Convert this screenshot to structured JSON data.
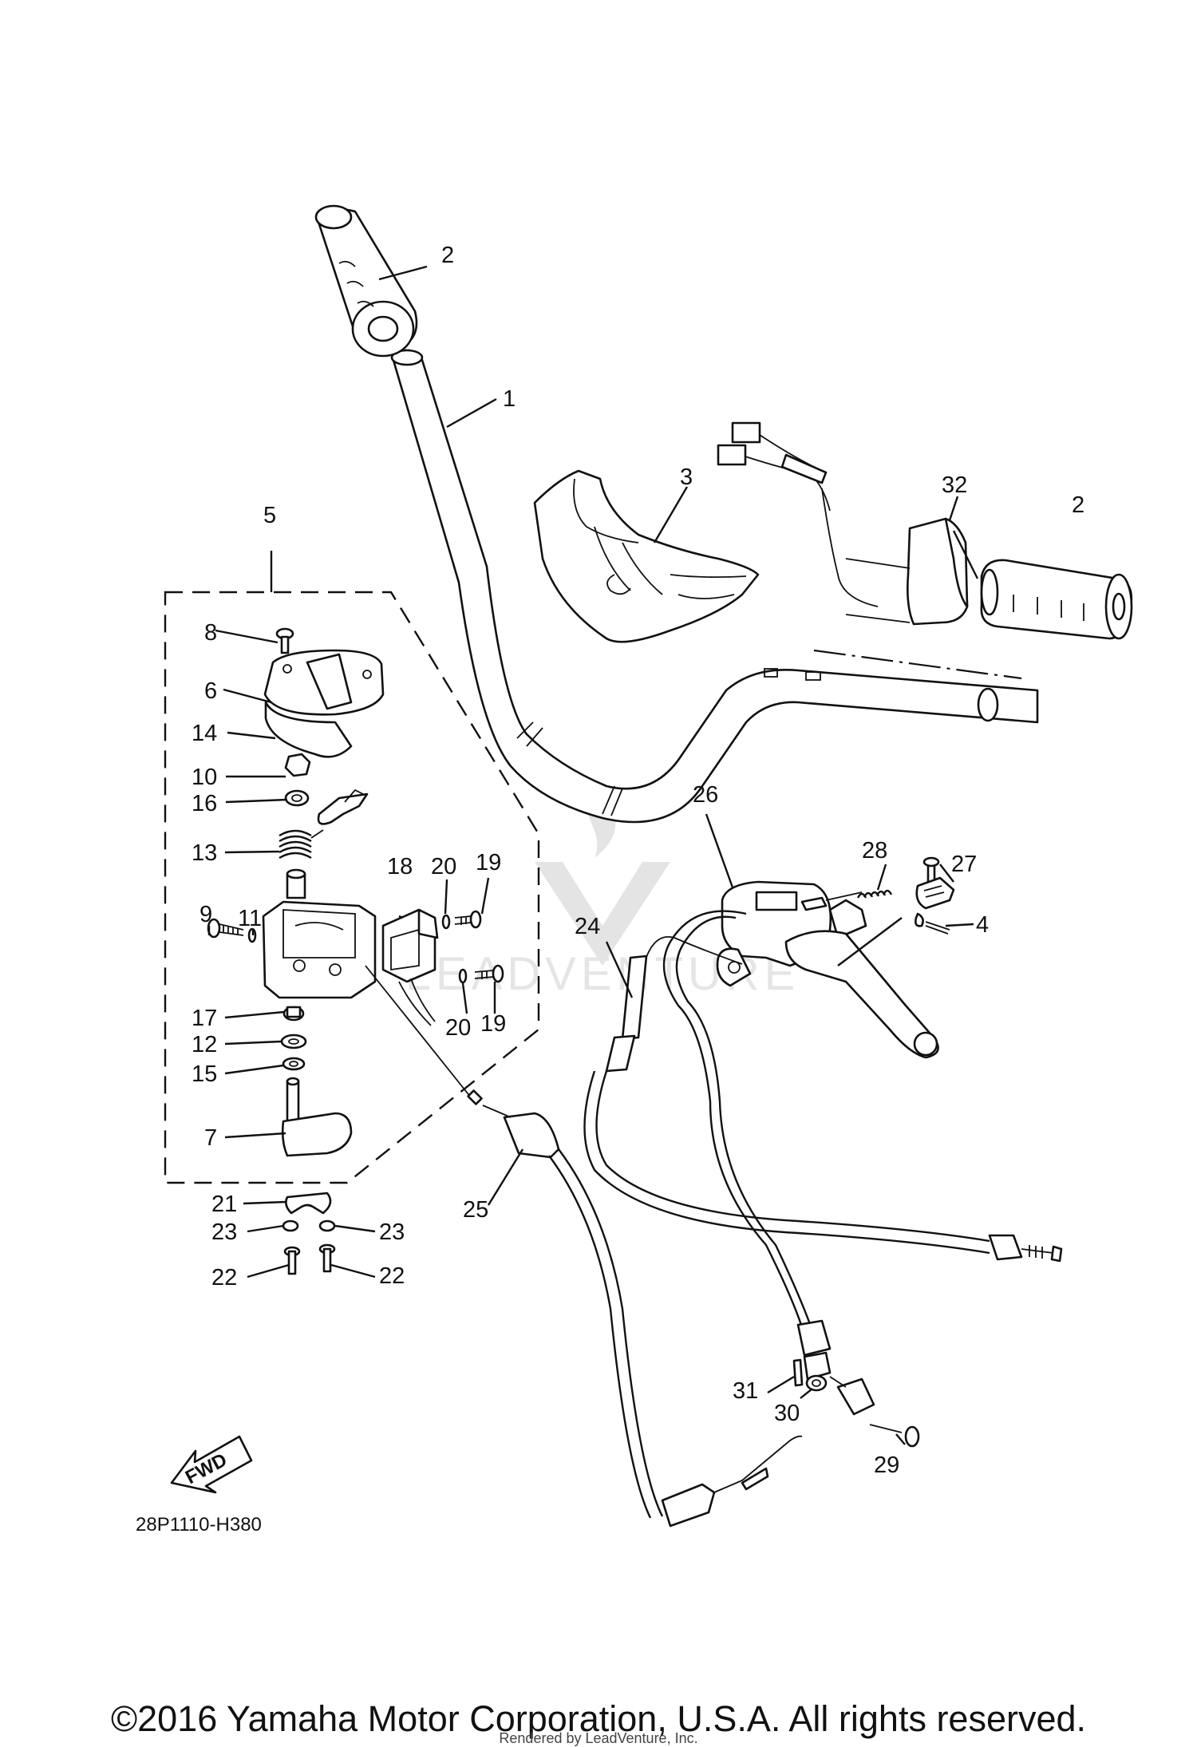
{
  "diagram": {
    "code": "28P1110-H380",
    "fwd_label": "FWD",
    "watermark": "LEADVENTURE",
    "callouts": [
      {
        "id": "c1",
        "n": "1"
      },
      {
        "id": "c2a",
        "n": "2"
      },
      {
        "id": "c2b",
        "n": "2"
      },
      {
        "id": "c3",
        "n": "3"
      },
      {
        "id": "c4",
        "n": "4"
      },
      {
        "id": "c5",
        "n": "5"
      },
      {
        "id": "c6",
        "n": "6"
      },
      {
        "id": "c7",
        "n": "7"
      },
      {
        "id": "c8",
        "n": "8"
      },
      {
        "id": "c9",
        "n": "9"
      },
      {
        "id": "c10",
        "n": "10"
      },
      {
        "id": "c11",
        "n": "11"
      },
      {
        "id": "c12",
        "n": "12"
      },
      {
        "id": "c13",
        "n": "13"
      },
      {
        "id": "c14",
        "n": "14"
      },
      {
        "id": "c15",
        "n": "15"
      },
      {
        "id": "c16",
        "n": "16"
      },
      {
        "id": "c17",
        "n": "17"
      },
      {
        "id": "c18",
        "n": "18"
      },
      {
        "id": "c19a",
        "n": "19"
      },
      {
        "id": "c19b",
        "n": "19"
      },
      {
        "id": "c20a",
        "n": "20"
      },
      {
        "id": "c20b",
        "n": "20"
      },
      {
        "id": "c21",
        "n": "21"
      },
      {
        "id": "c22a",
        "n": "22"
      },
      {
        "id": "c22b",
        "n": "22"
      },
      {
        "id": "c23a",
        "n": "23"
      },
      {
        "id": "c23b",
        "n": "23"
      },
      {
        "id": "c24",
        "n": "24"
      },
      {
        "id": "c25",
        "n": "25"
      },
      {
        "id": "c26",
        "n": "26"
      },
      {
        "id": "c27",
        "n": "27"
      },
      {
        "id": "c28",
        "n": "28"
      },
      {
        "id": "c29",
        "n": "29"
      },
      {
        "id": "c30",
        "n": "30"
      },
      {
        "id": "c31",
        "n": "31"
      },
      {
        "id": "c32",
        "n": "32"
      }
    ]
  },
  "footer": {
    "copyright": "©2016 Yamaha Motor Corporation, U.S.A. All rights reserved.",
    "rendered_by": "Rendered by LeadVenture, Inc."
  }
}
